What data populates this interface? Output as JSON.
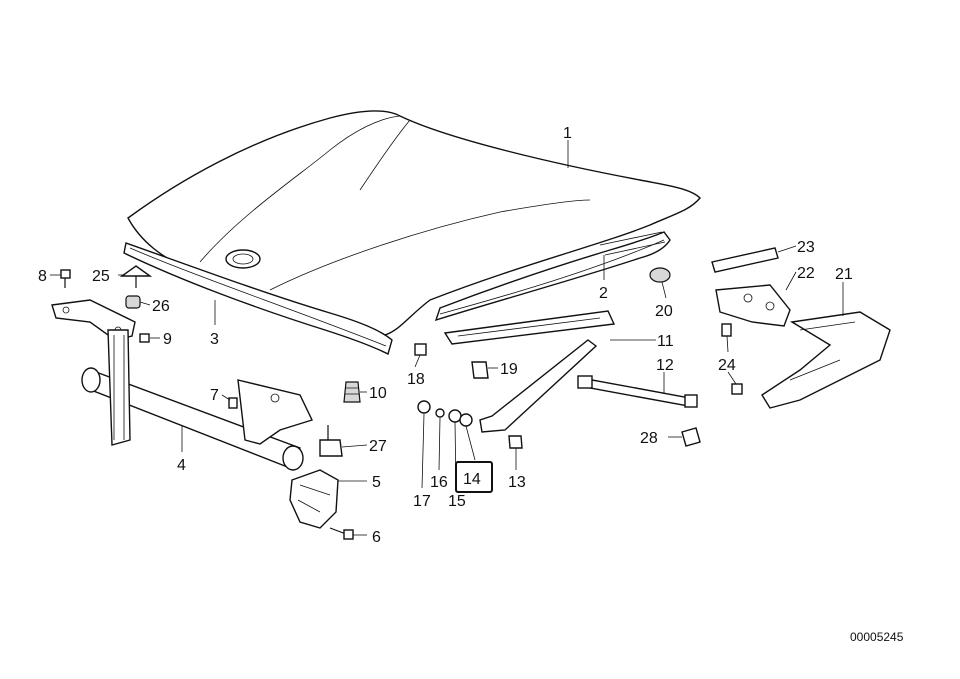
{
  "diagram": {
    "drawing_code": "00005245",
    "highlighted_callout": "14",
    "callouts": [
      "1",
      "2",
      "3",
      "4",
      "5",
      "6",
      "7",
      "8",
      "9",
      "10",
      "11",
      "12",
      "13",
      "14",
      "15",
      "16",
      "17",
      "18",
      "19",
      "20",
      "21",
      "22",
      "23",
      "24",
      "25",
      "26",
      "27",
      "28"
    ]
  }
}
